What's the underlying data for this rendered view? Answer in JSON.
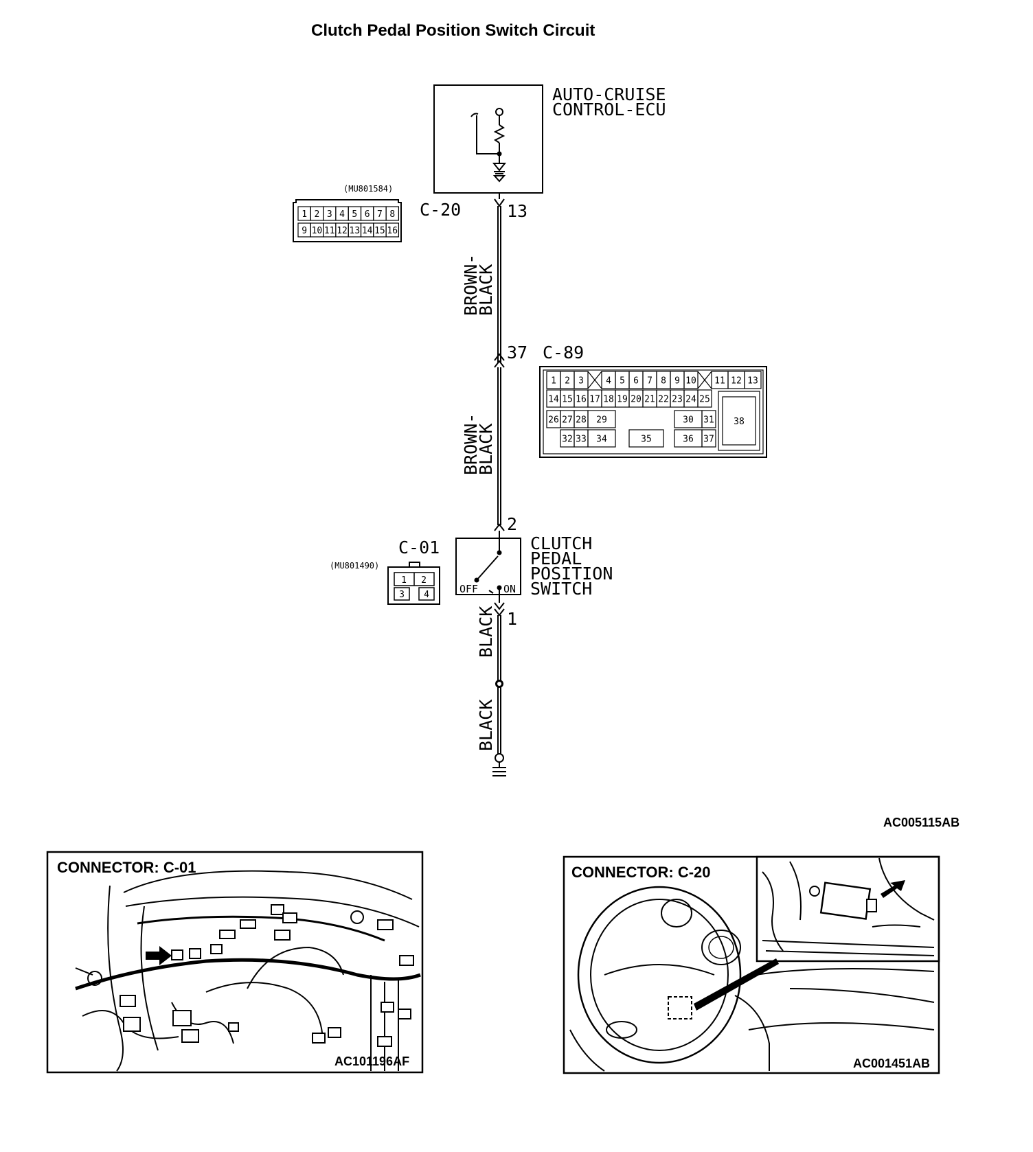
{
  "title": "Clutch Pedal Position Switch Circuit",
  "ecu": {
    "label_line1": "AUTO-CRUISE",
    "label_line2": "CONTROL-ECU"
  },
  "connector_c20": {
    "part_number": "(MU801584)",
    "name": "C-20",
    "terminal": "13",
    "pins_top": [
      "1",
      "2",
      "3",
      "4",
      "5",
      "6",
      "7",
      "8"
    ],
    "pins_bottom": [
      "9",
      "10",
      "11",
      "12",
      "13",
      "14",
      "15",
      "16"
    ]
  },
  "wire_upper": {
    "color": "BROWN-BLACK",
    "line1": "BROWN-",
    "line2": "BLACK"
  },
  "connector_c89": {
    "name": "C-89",
    "terminal": "37",
    "row1": [
      "1",
      "2",
      "3",
      "4",
      "5",
      "6",
      "7",
      "8",
      "9",
      "10",
      "11",
      "12",
      "13"
    ],
    "row2": [
      "14",
      "15",
      "16",
      "17",
      "18",
      "19",
      "20",
      "21",
      "22",
      "23",
      "24",
      "25"
    ],
    "row3": [
      "26",
      "27",
      "28",
      "29",
      "30",
      "31"
    ],
    "row4": [
      "32",
      "33",
      "34",
      "35",
      "36",
      "37"
    ],
    "big_pin": "38"
  },
  "wire_middle": {
    "color": "BROWN-BLACK",
    "line1": "BROWN-",
    "line2": "BLACK"
  },
  "connector_c01": {
    "name": "C-01",
    "part_number": "(MU801490)",
    "pins": [
      "1",
      "2",
      "3",
      "4"
    ],
    "terminal_top": "2",
    "terminal_bottom": "1"
  },
  "switch": {
    "label_line1": "CLUTCH",
    "label_line2": "PEDAL",
    "label_line3": "POSITION",
    "label_line4": "SWITCH",
    "off_label": "OFF",
    "on_label": "ON"
  },
  "wire_lower_1": {
    "color": "BLACK"
  },
  "wire_lower_2": {
    "color": "BLACK"
  },
  "diagram_code": "AC005115AB",
  "photo_left": {
    "title": "CONNECTOR: C-01",
    "code": "AC101196AF"
  },
  "photo_right": {
    "title": "CONNECTOR: C-20",
    "code": "AC001451AB"
  }
}
